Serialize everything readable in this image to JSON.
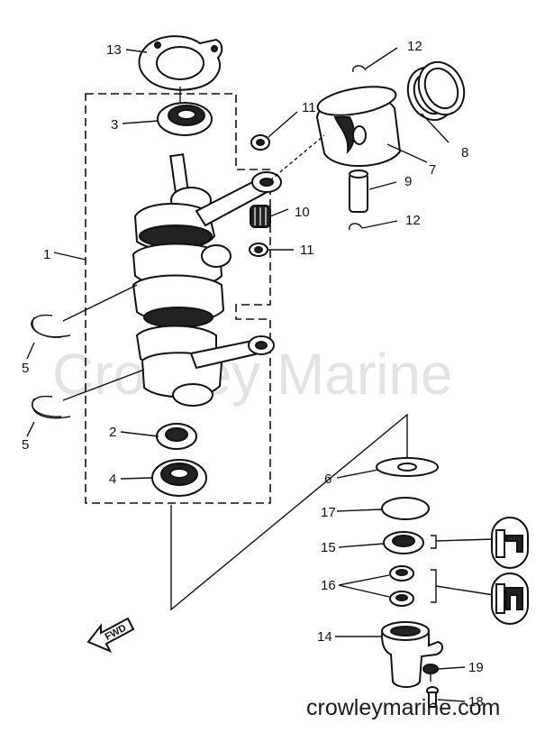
{
  "watermark": "Crowley Marine",
  "website": "crowleymarine.com",
  "fwd_label": "FWD",
  "callouts": {
    "c1": "1",
    "c2": "2",
    "c3": "3",
    "c4": "4",
    "c5a": "5",
    "c5b": "5",
    "c6": "6",
    "c7": "7",
    "c8": "8",
    "c9": "9",
    "c10": "10",
    "c11a": "11",
    "c11b": "11",
    "c12a": "12",
    "c12b": "12",
    "c13": "13",
    "c14": "14",
    "c15": "15",
    "c16": "16",
    "c17": "17",
    "c18": "18",
    "c19": "19"
  }
}
